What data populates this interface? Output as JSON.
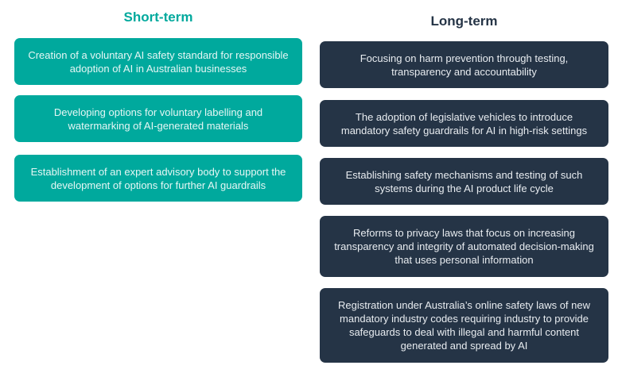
{
  "short_term": {
    "heading": "Short-term",
    "items": [
      "Creation of a voluntary AI safety standard for responsible adoption of AI in Australian businesses",
      "Developing options for voluntary labelling and watermarking of AI-generated materials",
      "Establishment of an expert advisory body to support the development of options for further AI guardrails"
    ]
  },
  "long_term": {
    "heading": "Long-term",
    "items": [
      "Focusing on harm prevention through testing, transparency and accountability",
      "The adoption of legislative vehicles to introduce mandatory safety guardrails for AI in high-risk settings",
      "Establishing safety mechanisms and testing of such systems during the AI product life cycle",
      "Reforms to privacy laws that focus on increasing transparency and integrity of automated decision-making that uses personal information",
      "Registration under Australia’s online safety laws of new mandatory industry codes requiring industry to provide safeguards to deal with illegal and harmful content generated and spread by AI"
    ]
  },
  "colors": {
    "short": "#00a99d",
    "long": "#253446"
  }
}
